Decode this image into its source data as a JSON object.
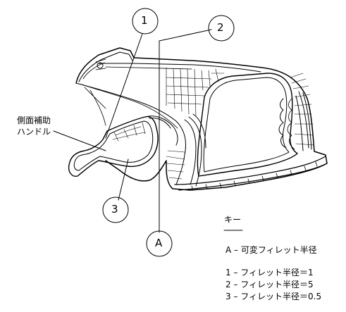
{
  "callouts": {
    "c1": "1",
    "c2": "2",
    "c3": "3",
    "cA": "A"
  },
  "side_label": {
    "line1": "側面補助",
    "line2": "ハンドル"
  },
  "key": {
    "title": "キー",
    "underline": "---",
    "a_item": "A – 可変フィレット半径",
    "item1": "1 – フィレット半径＝1",
    "item2": "2 – フィレット半径＝5",
    "item3": "3 – フィレット半径＝0.5"
  }
}
